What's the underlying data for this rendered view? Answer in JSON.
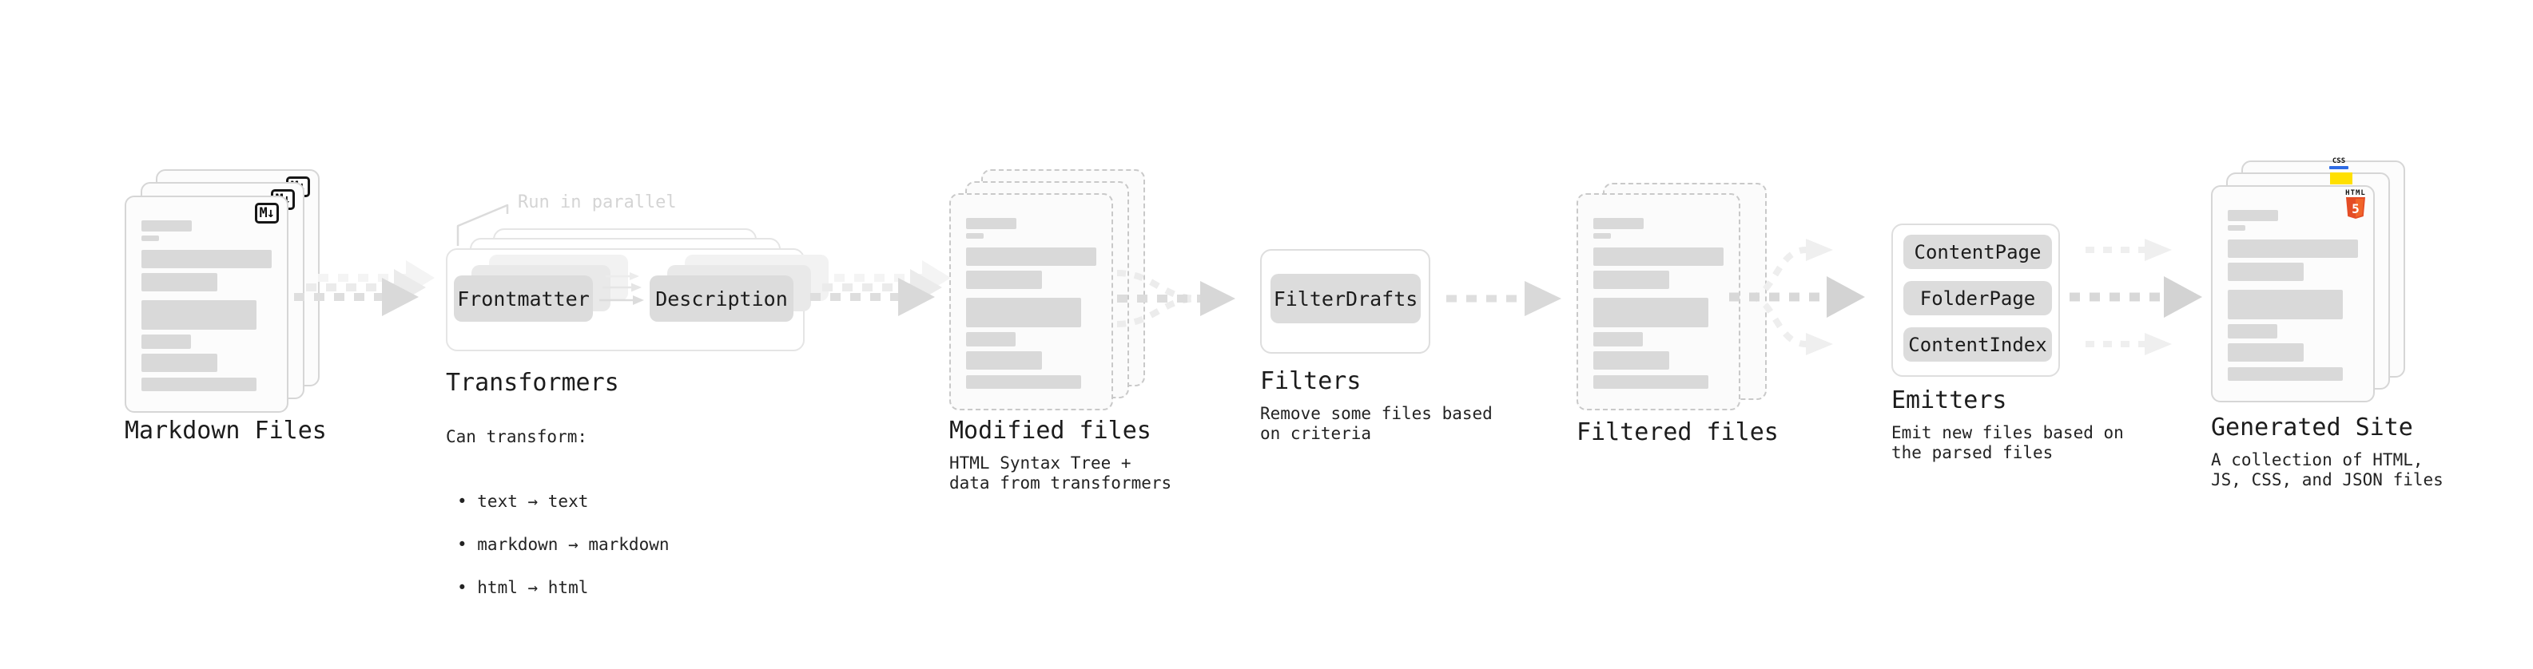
{
  "colors": {
    "text": "#1c1c1c",
    "annotation_gray": "#d4d4d4",
    "bar_fill": "#d9d9d9",
    "pill_fill": "#dcdcdc",
    "card_border": "#d6d6d6",
    "arrow_gray": "#d9d9d9",
    "js_yellow": "#ffe000",
    "css_blue": "#2e6be5",
    "html_orange": "#e44d26"
  },
  "nodes": {
    "markdown_files": {
      "title": "Markdown Files",
      "badge": "M↓"
    },
    "transformers": {
      "annotation": "Run in parallel",
      "pill_left": "Frontmatter",
      "pill_right": "Description",
      "title": "Transformers",
      "desc_heading": "Can transform:",
      "bullets": [
        "• text → text",
        "• markdown → markdown",
        "• html → html"
      ]
    },
    "modified_files": {
      "title": "Modified files",
      "desc": "HTML Syntax Tree +\ndata from transformers"
    },
    "filters": {
      "title": "Filters",
      "pill": "FilterDrafts",
      "desc": "Remove some files based\non criteria"
    },
    "filtered_files": {
      "title": "Filtered files"
    },
    "emitters": {
      "title": "Emitters",
      "pills": [
        "ContentPage",
        "FolderPage",
        "ContentIndex"
      ],
      "desc": "Emit new files based on\nthe parsed files"
    },
    "generated_site": {
      "title": "Generated Site",
      "desc": "A collection of HTML,\nJS, CSS, and JSON files",
      "badge_html": "HTML",
      "badge_5": "5",
      "badge_css": "CSS"
    }
  }
}
